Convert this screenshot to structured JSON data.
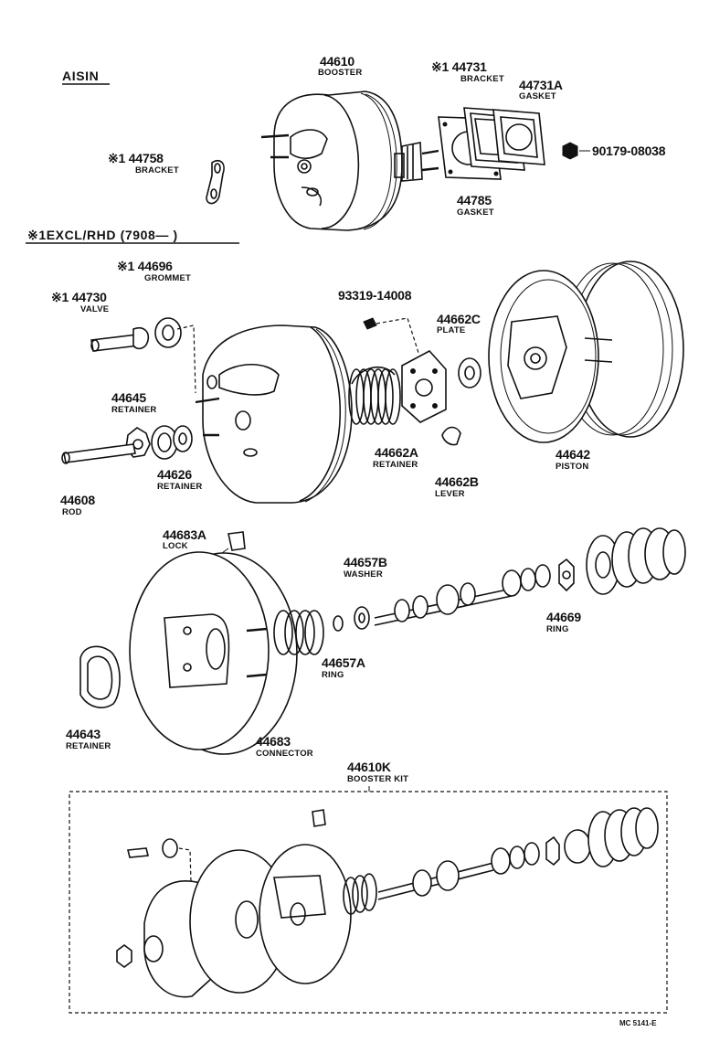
{
  "header": {
    "supplier": "AISIN",
    "note": "※1EXCL/RHD (7908—      )"
  },
  "parts": {
    "p44610": {
      "num": "44610",
      "name": "BOOSTER"
    },
    "p44731": {
      "num": "※1 44731",
      "name": "BRACKET"
    },
    "p44731a": {
      "num": "44731A",
      "name": "GASKET"
    },
    "p90179": {
      "num": "90179-08038"
    },
    "p44758": {
      "num": "※1 44758",
      "name": "BRACKET"
    },
    "p44785": {
      "num": "44785",
      "name": "GASKET"
    },
    "p44696": {
      "num": "※1 44696",
      "name": "GROMMET"
    },
    "p44730": {
      "num": "※1 44730",
      "name": "VALVE"
    },
    "p93319": {
      "num": "93319-14008"
    },
    "p44662c": {
      "num": "44662C",
      "name": "PLATE"
    },
    "p44645": {
      "num": "44645",
      "name": "RETAINER"
    },
    "p44626": {
      "num": "44626",
      "name": "RETAINER"
    },
    "p44608": {
      "num": "44608",
      "name": "ROD"
    },
    "p44662a": {
      "num": "44662A",
      "name": "RETAINER"
    },
    "p44662b": {
      "num": "44662B",
      "name": "LEVER"
    },
    "p44642": {
      "num": "44642",
      "name": "PISTON"
    },
    "p44683a": {
      "num": "44683A",
      "name": "LOCK"
    },
    "p44657b": {
      "num": "44657B",
      "name": "WASHER"
    },
    "p44669": {
      "num": "44669",
      "name": "RING"
    },
    "p44657a": {
      "num": "44657A",
      "name": "RING"
    },
    "p44643": {
      "num": "44643",
      "name": "RETAINER"
    },
    "p44683": {
      "num": "44683",
      "name": "CONNECTOR"
    },
    "p44610k": {
      "num": "44610K",
      "name": "BOOSTER KIT"
    }
  },
  "footer": {
    "code": "MC 5141-E"
  }
}
